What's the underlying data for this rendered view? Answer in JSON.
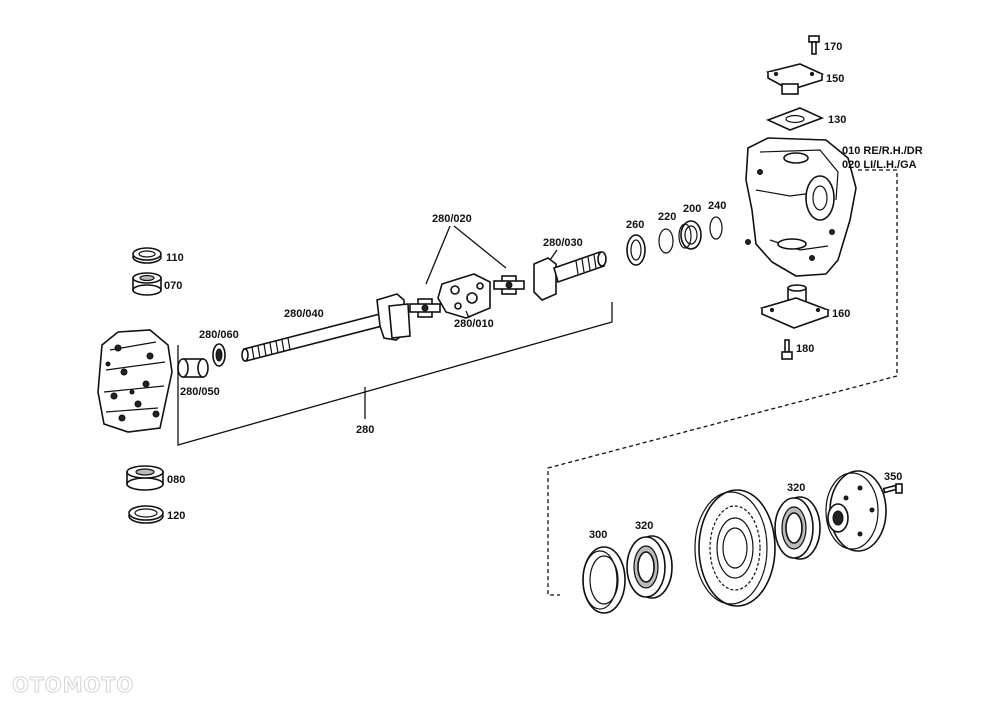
{
  "labels": {
    "p170": "170",
    "p150": "150",
    "p130": "130",
    "p010": "010 RE/R.H./DR",
    "p020": "020 LI/L.H./GA",
    "p260": "260",
    "p220": "220",
    "p200": "200",
    "p240": "240",
    "p280_020": "280/020",
    "p280_030": "280/030",
    "p280_040": "280/040",
    "p280_010": "280/010",
    "p280_060": "280/060",
    "p280_050": "280/050",
    "p280": "280",
    "p160": "160",
    "p180": "180",
    "p110": "110",
    "p070": "070",
    "p080": "080",
    "p120": "120",
    "p300": "300",
    "p320a": "320",
    "p320b": "320",
    "p350": "350"
  },
  "watermark": "OTOMOTO"
}
